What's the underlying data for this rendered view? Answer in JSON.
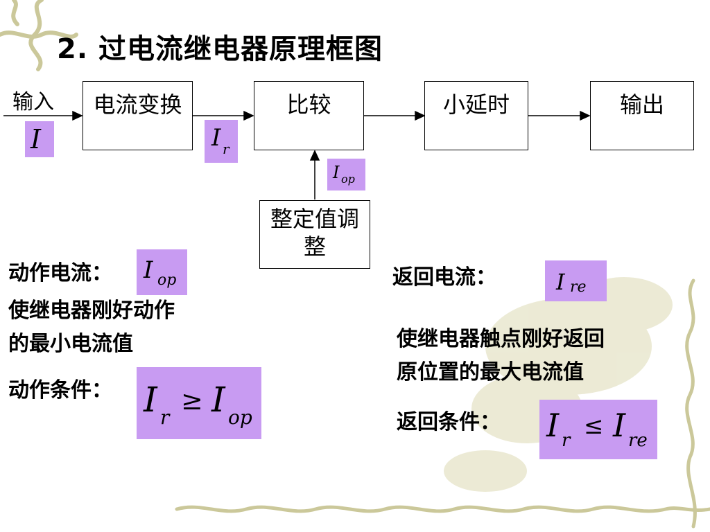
{
  "title": "2. 过电流继电器原理框图",
  "blocks": {
    "input_label": "输入",
    "current_transform": "电流变换",
    "compare": "比较",
    "small_delay": "小延时",
    "output": "输出",
    "setting_adjust_line1": "整定值调",
    "setting_adjust_line2": "整"
  },
  "symbols": {
    "I": "I",
    "Ir_main": "I",
    "Ir_sub": "r",
    "Iop_main": "I",
    "Iop_sub": "op",
    "Ire_main": "I",
    "Ire_sub": "re",
    "geq": "≥",
    "leq": "≤"
  },
  "left": {
    "op_current_label": "动作电流：",
    "op_desc_line1": "使继电器刚好动作",
    "op_desc_line2": "的最小电流值",
    "op_condition_label": "动作条件："
  },
  "right": {
    "return_current_label": "返回电流：",
    "return_desc_line1": "使继电器触点刚好返回",
    "return_desc_line2": "原位置的最大电流值",
    "return_condition_label": "返回条件："
  },
  "colors": {
    "math_bg": "#c89bf2",
    "deco": "#c9c79a"
  }
}
